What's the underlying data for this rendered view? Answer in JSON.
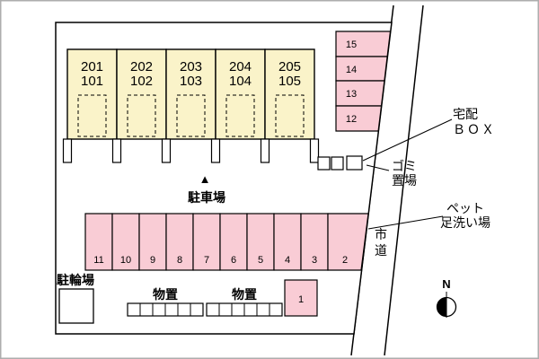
{
  "site_plan": {
    "units": [
      {
        "upper": "201",
        "lower": "101"
      },
      {
        "upper": "202",
        "lower": "102"
      },
      {
        "upper": "203",
        "lower": "103"
      },
      {
        "upper": "204",
        "lower": "104"
      },
      {
        "upper": "205",
        "lower": "105"
      }
    ],
    "parking_lot_label": "駐車場",
    "parking_marker": "▲",
    "parking_row": [
      "11",
      "10",
      "9",
      "8",
      "7",
      "6",
      "5",
      "4",
      "3",
      "2"
    ],
    "parking_side": [
      "15",
      "14",
      "13",
      "12"
    ],
    "parking_single": "1",
    "bicycle_parking_label": "駐輪場",
    "storage_labels": [
      "物置",
      "物置"
    ],
    "delivery_box_label": {
      "line1": "宅配",
      "line2": "ＢＯＸ"
    },
    "garbage_area_label": {
      "line1": "ゴミ",
      "line2": "置場"
    },
    "pet_wash_label": {
      "line1": "ペット",
      "line2": "足洗い場"
    },
    "city_road_label": {
      "char1": "市",
      "char2": "道"
    },
    "compass_north": "N",
    "colors": {
      "unit_fill": "#FAF3C9",
      "parking_fill": "#F9CCD5",
      "line": "#000000",
      "border": "#ADADAD"
    }
  }
}
